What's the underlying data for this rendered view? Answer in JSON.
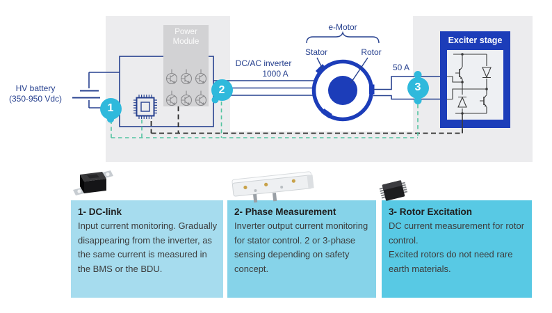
{
  "diagram": {
    "hv_battery": {
      "line1": "HV battery",
      "line2": "(350-950 Vdc)"
    },
    "power_module": {
      "line1": "Power",
      "line2": "Module"
    },
    "inverter_label": {
      "line1": "DC/AC inverter",
      "line2": "1000 A"
    },
    "emotor_label": "e-Motor",
    "stator_label": "Stator",
    "rotor_label": "Rotor",
    "current_50a": "50 A",
    "exciter_label": "Exciter stage",
    "badge1": "1",
    "badge2": "2",
    "badge3": "3"
  },
  "panels": [
    {
      "title": "1- DC-link",
      "body1": "Input current monitoring. Gradually disappearing from the inverter, as the same current is measured in the BMS or the BDU.",
      "body2": "",
      "image": "current-sensor-module"
    },
    {
      "title": "2- Phase Measurement",
      "body1": "Inverter output current monitoring for stator control. 2 or 3-phase sensing depending on safety concept.",
      "body2": "",
      "image": "busbar-phase-sensor"
    },
    {
      "title": "3- Rotor Excitation",
      "body1": "DC current measurement for rotor control.",
      "body2": "Excited rotors do not need rare earth materials.",
      "image": "soic-sensor-chip"
    }
  ],
  "colors": {
    "navy": "#27418f",
    "royal": "#1c3db9",
    "badge": "#2fb9dc",
    "green": "#52c3a0",
    "dash": "#2b2b2b",
    "graypanel": "#ececee",
    "pmgray": "#d2d2d4",
    "pmtext": "#fbfbfb",
    "transgray": "#8a8a8d",
    "circuit": "#3a3a3a",
    "title": "#1e1e1e",
    "body": "#3d3d3d",
    "panel1": "#a6dcee",
    "panel2": "#86d3e9",
    "panel3": "#58c9e4"
  }
}
